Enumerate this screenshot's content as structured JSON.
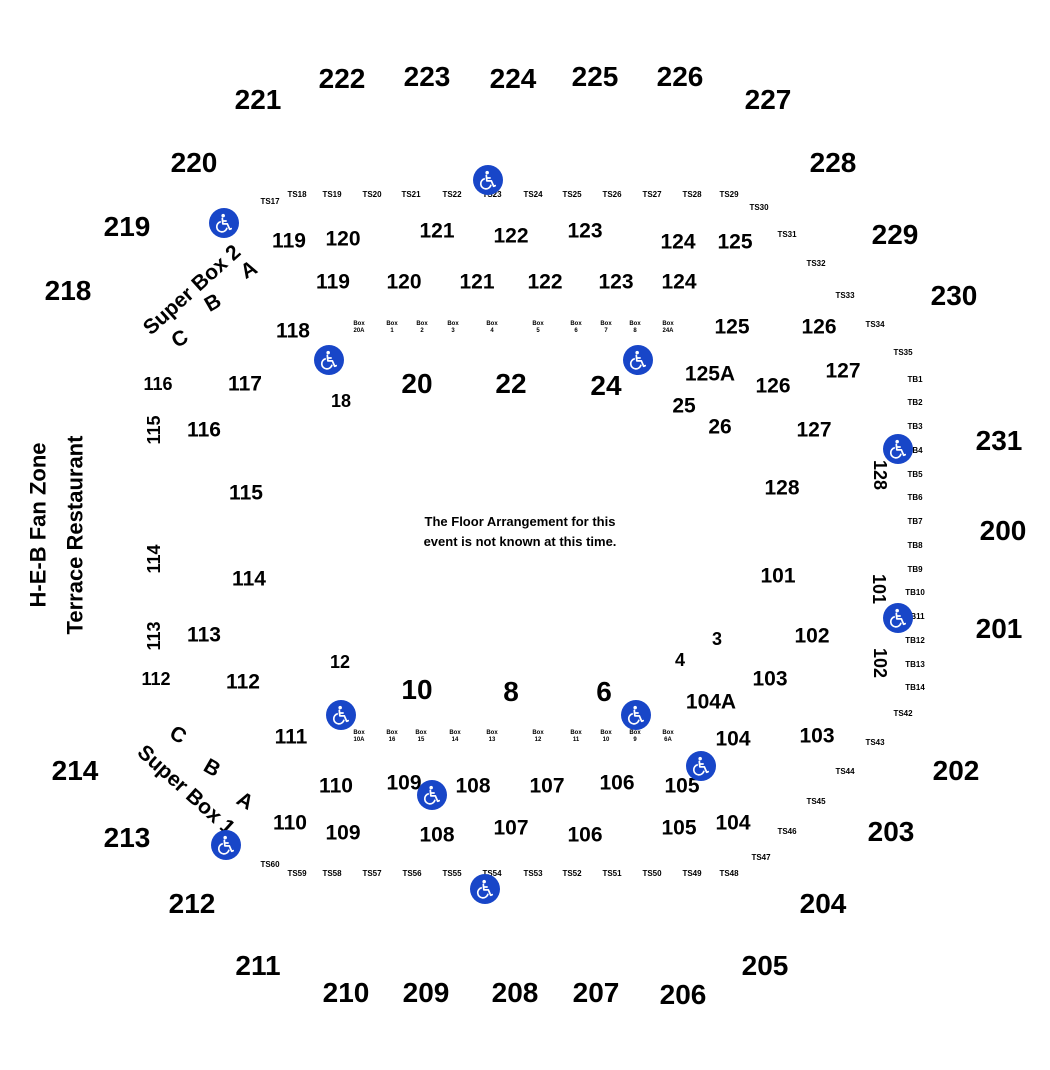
{
  "accessibility_color": "#1846C8",
  "floor_note": [
    "The Floor Arrangement for this",
    "event is not known at this time."
  ],
  "side_labels": {
    "fan_zone": "H-E-B Fan Zone",
    "restaurant": "Terrace Restaurant"
  },
  "upper_sections": [
    "221",
    "222",
    "223",
    "224",
    "225",
    "226",
    "227",
    "220",
    "228",
    "219",
    "229",
    "218",
    "230",
    "231",
    "200",
    "201",
    "214",
    "202",
    "213",
    "203",
    "212",
    "204",
    "211",
    "205",
    "210",
    "209",
    "208",
    "207",
    "206"
  ],
  "lower_sections": [
    "119",
    "120",
    "121",
    "122",
    "123",
    "124",
    "125",
    "119",
    "120",
    "121",
    "122",
    "123",
    "124",
    "118",
    "125",
    "126",
    "117",
    "125A",
    "126",
    "127",
    "116",
    "127",
    "115",
    "128",
    "114",
    "101",
    "113",
    "102",
    "112",
    "103",
    "111",
    "104A",
    "104",
    "103",
    "110",
    "109",
    "108",
    "107",
    "106",
    "105",
    "110",
    "109",
    "108",
    "107",
    "106",
    "105",
    "104"
  ],
  "inner_sections": [
    "18",
    "20",
    "22",
    "24",
    "25",
    "26",
    "12",
    "10",
    "8",
    "6",
    "4",
    "3"
  ],
  "side_sections": [
    "116",
    "115",
    "114",
    "113",
    "112",
    "128",
    "101",
    "102"
  ],
  "terrace_rows": [
    "C",
    "B",
    "A",
    "C",
    "B",
    "A"
  ],
  "super_boxes": [
    "Super Box 2",
    "Super Box 1"
  ],
  "terrace_suites": [
    "TS17",
    "TS18",
    "TS19",
    "TS20",
    "TS21",
    "TS22",
    "TS23",
    "TS24",
    "TS25",
    "TS26",
    "TS27",
    "TS28",
    "TS29",
    "TS30",
    "TS31",
    "TS32",
    "TS33",
    "TS34",
    "TS35",
    "TB1",
    "TB2",
    "TB3",
    "TB4",
    "TB5",
    "TB6",
    "TB7",
    "TB8",
    "TB9",
    "TB10",
    "TB11",
    "TB12",
    "TB13",
    "TB14",
    "TS42",
    "TS43",
    "TS44",
    "TS45",
    "TS46",
    "TS47",
    "TS48",
    "TS49",
    "TS50",
    "TS51",
    "TS52",
    "TS53",
    "TS54",
    "TS55",
    "TS56",
    "TS57",
    "TS58",
    "TS59",
    "TS60"
  ],
  "boxes": [
    [
      "Box",
      "20A"
    ],
    [
      "Box",
      "1"
    ],
    [
      "Box",
      "2"
    ],
    [
      "Box",
      "3"
    ],
    [
      "Box",
      "4"
    ],
    [
      "Box",
      "5"
    ],
    [
      "Box",
      "6"
    ],
    [
      "Box",
      "7"
    ],
    [
      "Box",
      "8"
    ],
    [
      "Box",
      "24A"
    ],
    [
      "Box",
      "10A"
    ],
    [
      "Box",
      "16"
    ],
    [
      "Box",
      "15"
    ],
    [
      "Box",
      "14"
    ],
    [
      "Box",
      "13"
    ],
    [
      "Box",
      "12"
    ],
    [
      "Box",
      "11"
    ],
    [
      "Box",
      "10"
    ],
    [
      "Box",
      "9"
    ],
    [
      "Box",
      "6A"
    ]
  ],
  "accessible_icons": [
    "accessible-seating-icon"
  ]
}
